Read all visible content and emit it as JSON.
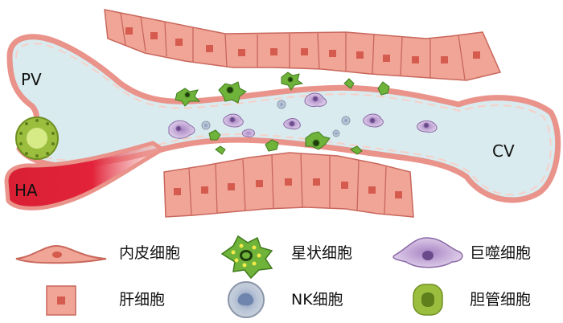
{
  "diagram": {
    "labels": {
      "portal_vein": "PV",
      "hepatic_artery": "HA",
      "central_vein": "CV"
    }
  },
  "legend": {
    "items": [
      {
        "key": "endothelial",
        "label": "内皮细胞"
      },
      {
        "key": "stellate",
        "label": "星状细胞"
      },
      {
        "key": "macrophage",
        "label": "巨噬细胞"
      },
      {
        "key": "hepatocyte",
        "label": "肝细胞"
      },
      {
        "key": "nk",
        "label": "NK细胞"
      },
      {
        "key": "cholangiocyte",
        "label": "胆管细胞"
      }
    ]
  },
  "colors": {
    "vessel_lumen": "#d9ebef",
    "vessel_wall": "#e9938a",
    "hepatocyte_fill": "#f0a597",
    "hepatocyte_nucleus": "#d55b4e",
    "artery_red": "#e0243a",
    "stellate_fill": "#6fb33a",
    "stellate_dots": "#f3e94a",
    "macrophage_fill": "#c6a8d6",
    "nk_fill": "#a8b7cc",
    "bile_duct_fill": "#9bbe3f"
  }
}
